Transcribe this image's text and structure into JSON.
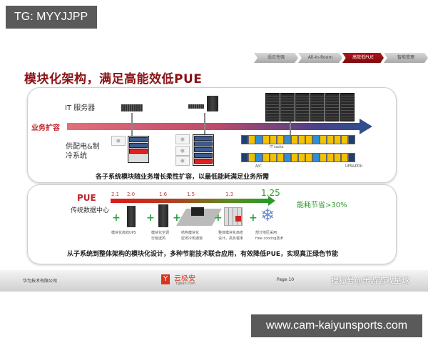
{
  "watermark_top": "TG: MYYJJPP",
  "watermark_bottom": "www.cam-kaiyunsports.com",
  "nav_steps": [
    {
      "label": "适应性强",
      "active": false
    },
    {
      "label": "All-In-Room",
      "active": false
    },
    {
      "label": "高效低PUE",
      "active": true
    },
    {
      "label": "智能管理",
      "active": false
    }
  ],
  "title": "模块化架构，满足高能效低PUE",
  "top_panel": {
    "it_servers_label": "IT 服务器",
    "business_expand_label": "业务扩容",
    "power_cooling_label_line1": "供配电&制",
    "power_cooling_label_line2": "冷系统",
    "ups_label": "UPS",
    "pdu_label": "PDU",
    "ac_label": "A/C",
    "it_racks_label": "IT racks",
    "ac_row_label": "A/C",
    "ups_pdu_label": "UPS&PDU",
    "caption": "各子系统模块随业务增长柔性扩容，以最低能耗满足业务所需"
  },
  "bottom_panel": {
    "pue_label": "PUE",
    "traditional_dc_label": "传统数据中心",
    "pue_values": [
      "2.1",
      "2.0",
      "1.6",
      "1.5",
      "1.3",
      "1.25"
    ],
    "energy_saving": "能耗节省>30%",
    "equipment": [
      {
        "line1": "模块化高效UPS",
        "line2": ""
      },
      {
        "line1": "模块化空调",
        "line2": "行级送风"
      },
      {
        "line1": "结构模块化",
        "line2": "密闭冷热通道"
      },
      {
        "line1": "整体模块化高密",
        "line2": "设计，高负载率"
      },
      {
        "line1": "部分地区采用",
        "line2": "free cooling技术"
      }
    ],
    "caption": "从子系统到整体架构的模块化设计，多种节能技术联合应用，有效降低PUE，实现真正绿色节能"
  },
  "footer": {
    "company": "华为技术有限公司",
    "logo_cn": "云极安",
    "logo_en": "Ygean.com",
    "page": "Page 10",
    "overlay_text": "搜狐号@乐游游戏星球"
  },
  "colors": {
    "title_red": "#8b1216",
    "active_step": "#9a0f12",
    "pue_green": "#2a9a2a",
    "badge_gray": "#5a5a5a"
  }
}
